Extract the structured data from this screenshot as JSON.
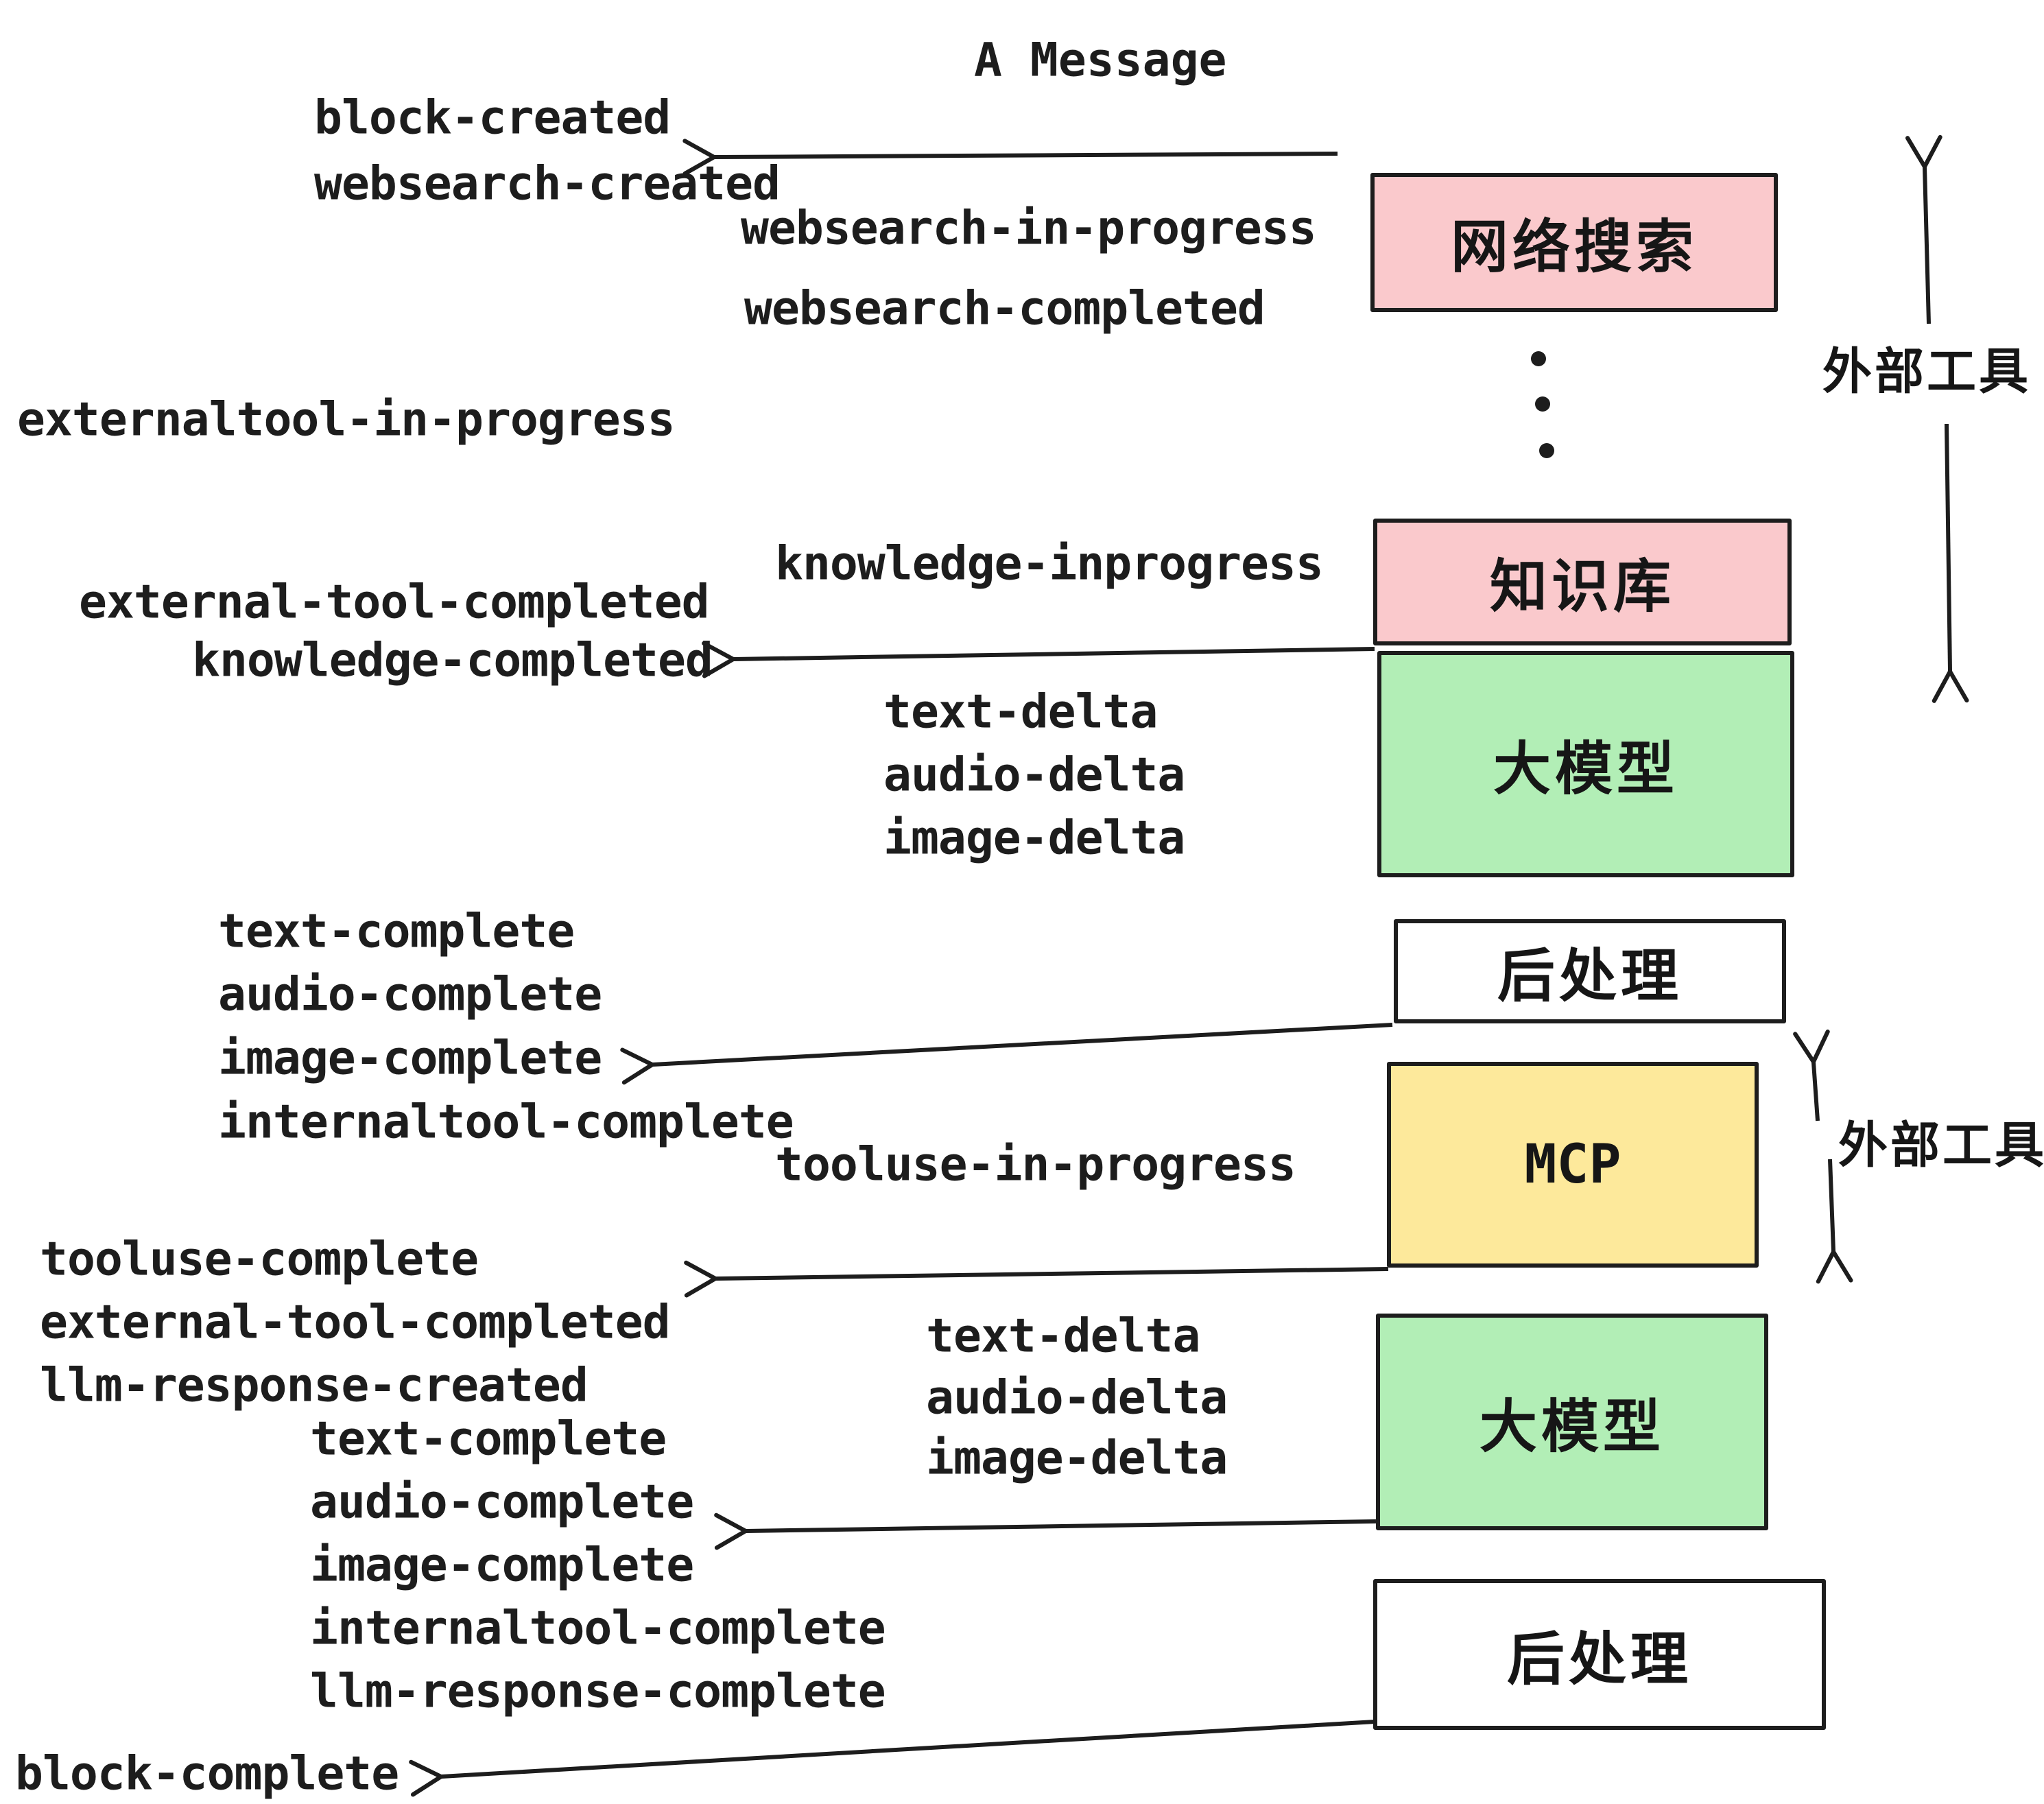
{
  "title": "A Message",
  "colors": {
    "ink": "#1d1d1d",
    "pink": "#fac9cc",
    "green": "#b2eeb6",
    "yellow": "#fde99b",
    "white": "#ffffff"
  },
  "boxes": {
    "websearch": "网络搜索",
    "knowledge": "知识库",
    "llm1": "大模型",
    "post1": "后处理",
    "mcp": "MCP",
    "llm2": "大模型",
    "post2": "后处理"
  },
  "side_labels": {
    "external_tools_top": "外部工具",
    "external_tools_mid": "外部工具"
  },
  "events": {
    "block_created": "block-created",
    "websearch_created": "websearch-created",
    "websearch_in_progress": "websearch-in-progress",
    "websearch_completed": "websearch-completed",
    "externaltool_in_progress": "externaltool-in-progress",
    "knowledge_inprogress": "knowledge-inprogress",
    "external_tool_completed_1": "external-tool-completed",
    "knowledge_completed": "knowledge-completed",
    "text_delta_1": "text-delta",
    "audio_delta_1": "audio-delta",
    "image_delta_1": "image-delta",
    "text_complete_1": "text-complete",
    "audio_complete_1": "audio-complete",
    "image_complete_1": "image-complete",
    "internaltool_complete_1": "internaltool-complete",
    "tooluse_in_progress": "tooluse-in-progress",
    "tooluse_complete": "tooluse-complete",
    "external_tool_completed_2": "external-tool-completed",
    "llm_response_created": "llm-response-created",
    "text_delta_2": "text-delta",
    "audio_delta_2": "audio-delta",
    "image_delta_2": "image-delta",
    "text_complete_2": "text-complete",
    "audio_complete_2": "audio-complete",
    "image_complete_2": "image-complete",
    "internaltool_complete_2": "internaltool-complete",
    "llm_response_complete": "llm-response-complete",
    "block_complete": "block-complete"
  }
}
